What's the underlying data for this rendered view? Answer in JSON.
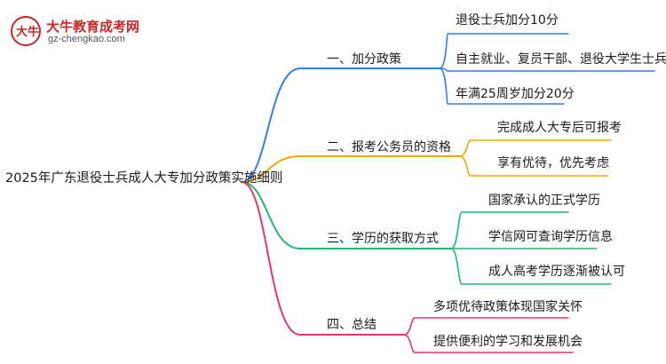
{
  "logo": {
    "glyph": "大牛",
    "title": "大牛教育成考网",
    "url": "gz-chengkao.com"
  },
  "root": {
    "label": "2025年广东退役士兵成人大专加分政策实施细则"
  },
  "branches": [
    {
      "label": "一、加分政策",
      "color": "#2f7ef3",
      "children": [
        "退役士兵加分10分",
        "自主就业、复员干部、退役大学生士兵适用",
        "年满25周岁加分20分"
      ]
    },
    {
      "label": "二、报考公务员的资格",
      "color": "#f0a500",
      "children": [
        "完成成人大专后可报考",
        "享有优待，优先考虑"
      ]
    },
    {
      "label": "三、学历的获取方式",
      "color": "#22b574",
      "children": [
        "国家承认的正式学历",
        "学信网可查询学历信息",
        "成人高考学历逐渐被认可"
      ]
    },
    {
      "label": "四、总结",
      "color": "#e8336f",
      "children": [
        "多项优待政策体现国家关怀",
        "提供便利的学习和发展机会"
      ]
    }
  ]
}
